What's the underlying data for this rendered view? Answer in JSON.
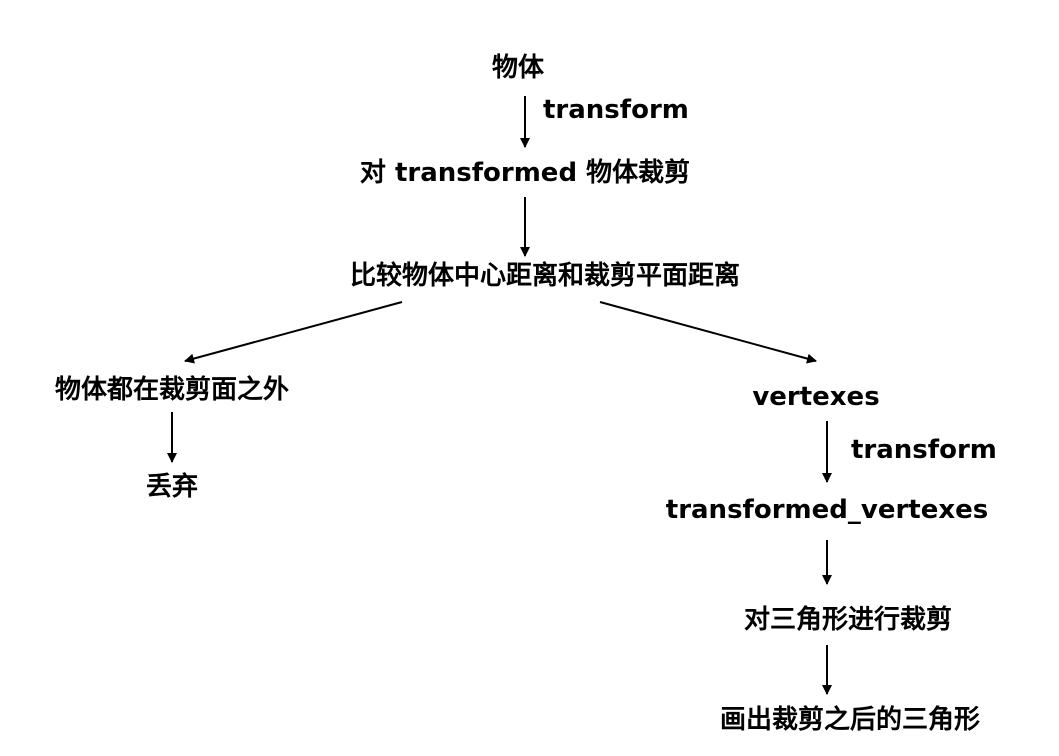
{
  "diagram": {
    "nodes": {
      "object": "物体",
      "clip_transformed": "对 transformed 物体裁剪",
      "compare": "比较物体中心距离和裁剪平面距离",
      "all_outside": "物体都在裁剪面之外",
      "discard": "丢弃",
      "vertexes": "vertexes",
      "transformed_vertexes": "transformed_vertexes",
      "clip_triangles": "对三角形进行裁剪",
      "draw": "画出裁剪之后的三角形"
    },
    "edge_labels": {
      "transform_1": "transform",
      "transform_2": "transform"
    }
  }
}
